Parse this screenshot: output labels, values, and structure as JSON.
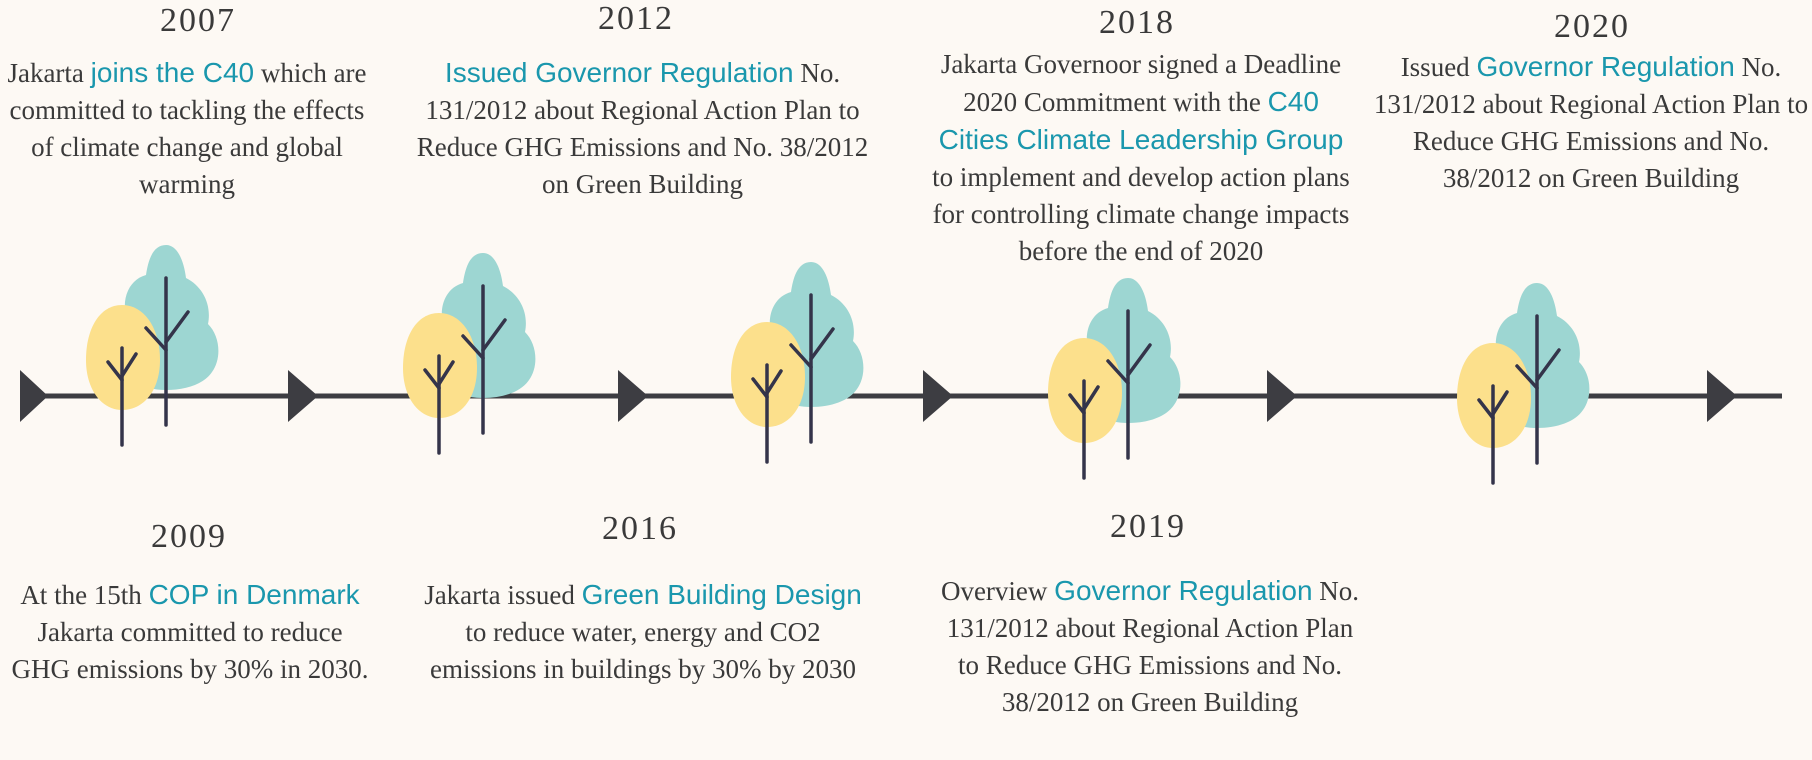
{
  "colors": {
    "background": "#fdf9f4",
    "line": "#3d3d42",
    "teal_tree": "#9dd6d2",
    "yellow_tree": "#fce08c",
    "highlight": "#1a97ad"
  },
  "events": [
    {
      "year": "2007",
      "pre": "Jakarta ",
      "highlight": "joins the C40",
      "post": " which are committed to tackling the effects of climate change and global warming"
    },
    {
      "year": "2012",
      "pre": "",
      "highlight": "Issued Governor Regulation",
      "post": " No. 131/2012 about Regional Action Plan to Reduce GHG Emissions and No. 38/2012 on Green Building"
    },
    {
      "year": "2018",
      "pre": "Jakarta Governoor signed a Deadline 2020 Commitment with the ",
      "highlight": "C40 Cities Climate Leadership Group",
      "post": " to implement and develop action plans for controlling climate change impacts before the end of 2020"
    },
    {
      "year": "2020",
      "pre": "Issued ",
      "highlight": "Governor Regulation",
      "post": " No. 131/2012 about Regional Action Plan to Reduce GHG Emissions and No. 38/2012 on Green Building"
    },
    {
      "year": "2009",
      "pre": "At the 15th ",
      "highlight": "COP in Denmark",
      "post": " Jakarta committed to reduce GHG emissions by 30% in 2030."
    },
    {
      "year": "2016",
      "pre": "Jakarta issued ",
      "highlight": "Green Building Design",
      "post": " to reduce water, energy and CO2 emissions in buildings by 30% by 2030"
    },
    {
      "year": "2019",
      "pre": "Overview ",
      "highlight": "Governor Regulation",
      "post": " No. 131/2012 about Regional Action Plan to Reduce GHG Emissions and No. 38/2012 on Green Building"
    }
  ]
}
